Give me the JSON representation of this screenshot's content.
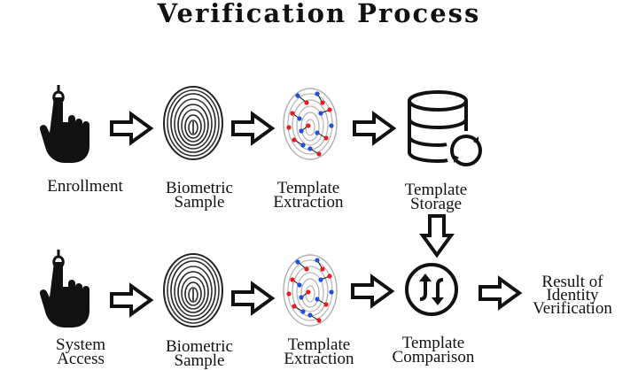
{
  "title": "Verification Process",
  "enrollment_row": {
    "steps": [
      {
        "label": "Enrollment",
        "icon": "hand-touch-icon"
      },
      {
        "label": "Biometric\nSample",
        "icon": "fingerprint-icon"
      },
      {
        "label": "Template\nExtraction",
        "icon": "fingerprint-minutiae-icon"
      },
      {
        "label": "Template\nStorage",
        "icon": "database-sync-icon"
      }
    ]
  },
  "verification_row": {
    "steps": [
      {
        "label": "System\nAccess",
        "icon": "hand-touch-icon"
      },
      {
        "label": "Biometric\nSample",
        "icon": "fingerprint-icon"
      },
      {
        "label": "Template\nExtraction",
        "icon": "fingerprint-minutiae-icon"
      },
      {
        "label": "Template\nComparison",
        "icon": "compare-arrows-icon"
      }
    ],
    "result": "Result of\nIdentity\nVerification"
  },
  "colors": {
    "ink": "#111111",
    "minutia_red": "#e02020",
    "minutia_blue": "#2050d8"
  }
}
